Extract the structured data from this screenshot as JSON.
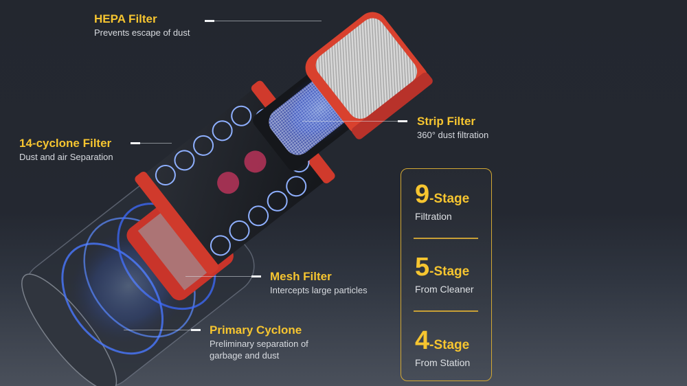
{
  "labels": [
    {
      "id": "hepa",
      "title": "HEPA Filter",
      "subtitle": "Prevents escape of dust"
    },
    {
      "id": "strip",
      "title": "Strip Filter",
      "subtitle": "360° dust filtration"
    },
    {
      "id": "cyclone14",
      "title": "14-cyclone Filter",
      "subtitle": "Dust and air Separation"
    },
    {
      "id": "mesh",
      "title": "Mesh Filter",
      "subtitle": "Intercepts large particles"
    },
    {
      "id": "primary",
      "title": "Primary Cyclone",
      "subtitle_line1": "Preliminary separation of",
      "subtitle_line2": "garbage and dust"
    }
  ],
  "stages": [
    {
      "number": "9",
      "unit": "-Stage",
      "description": "Filtration"
    },
    {
      "number": "5",
      "unit": "-Stage",
      "description": "From Cleaner"
    },
    {
      "number": "4",
      "unit": "-Stage",
      "description": "From Station"
    }
  ],
  "colors": {
    "accent": "#f6c530",
    "panel_border": "#d4a934",
    "filter_red": "#d9412e",
    "airflow_blue": "#3f6fff",
    "background_top": "#23272f",
    "background_bottom": "#4a505b"
  }
}
